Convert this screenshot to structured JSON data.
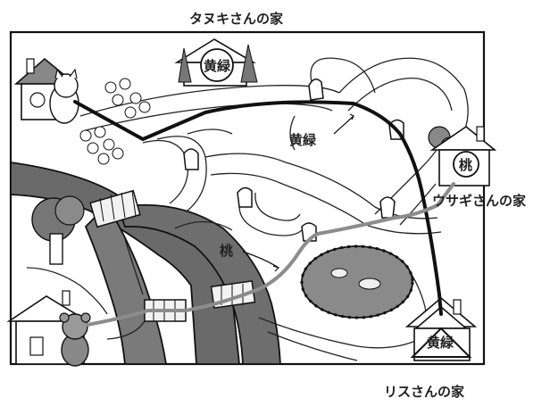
{
  "labels": {
    "tanuki_house": "タヌキさんの家",
    "usagi_house": "ウサギさんの家",
    "risu_house": "リスさんの家"
  },
  "routes": {
    "yellow_green": "黄緑",
    "peach": "桃"
  },
  "badges": {
    "tanuki": "黄緑",
    "usagi": "桃",
    "risu": "黄緑"
  },
  "colors": {
    "route_black": "#111111",
    "route_gray": "#8c8c8c",
    "river": "#6a6a6a",
    "pond": "#8a8a8a"
  }
}
